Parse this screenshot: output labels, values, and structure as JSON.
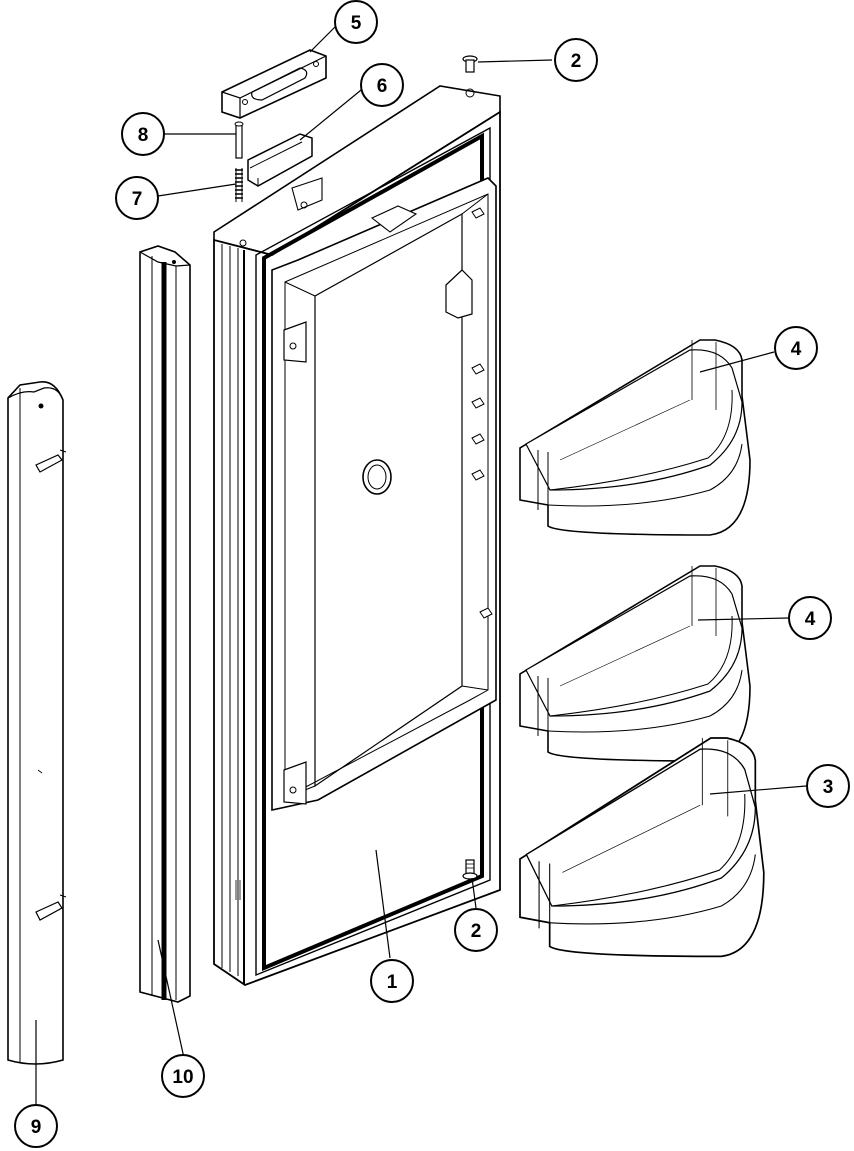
{
  "diagram": {
    "callouts": [
      {
        "id": "c5",
        "label": "5"
      },
      {
        "id": "c2a",
        "label": "2"
      },
      {
        "id": "c6",
        "label": "6"
      },
      {
        "id": "c8",
        "label": "8"
      },
      {
        "id": "c7",
        "label": "7"
      },
      {
        "id": "c4a",
        "label": "4"
      },
      {
        "id": "c4b",
        "label": "4"
      },
      {
        "id": "c3",
        "label": "3"
      },
      {
        "id": "c2b",
        "label": "2"
      },
      {
        "id": "c1",
        "label": "1"
      },
      {
        "id": "c10",
        "label": "10"
      },
      {
        "id": "c9",
        "label": "9"
      }
    ]
  }
}
